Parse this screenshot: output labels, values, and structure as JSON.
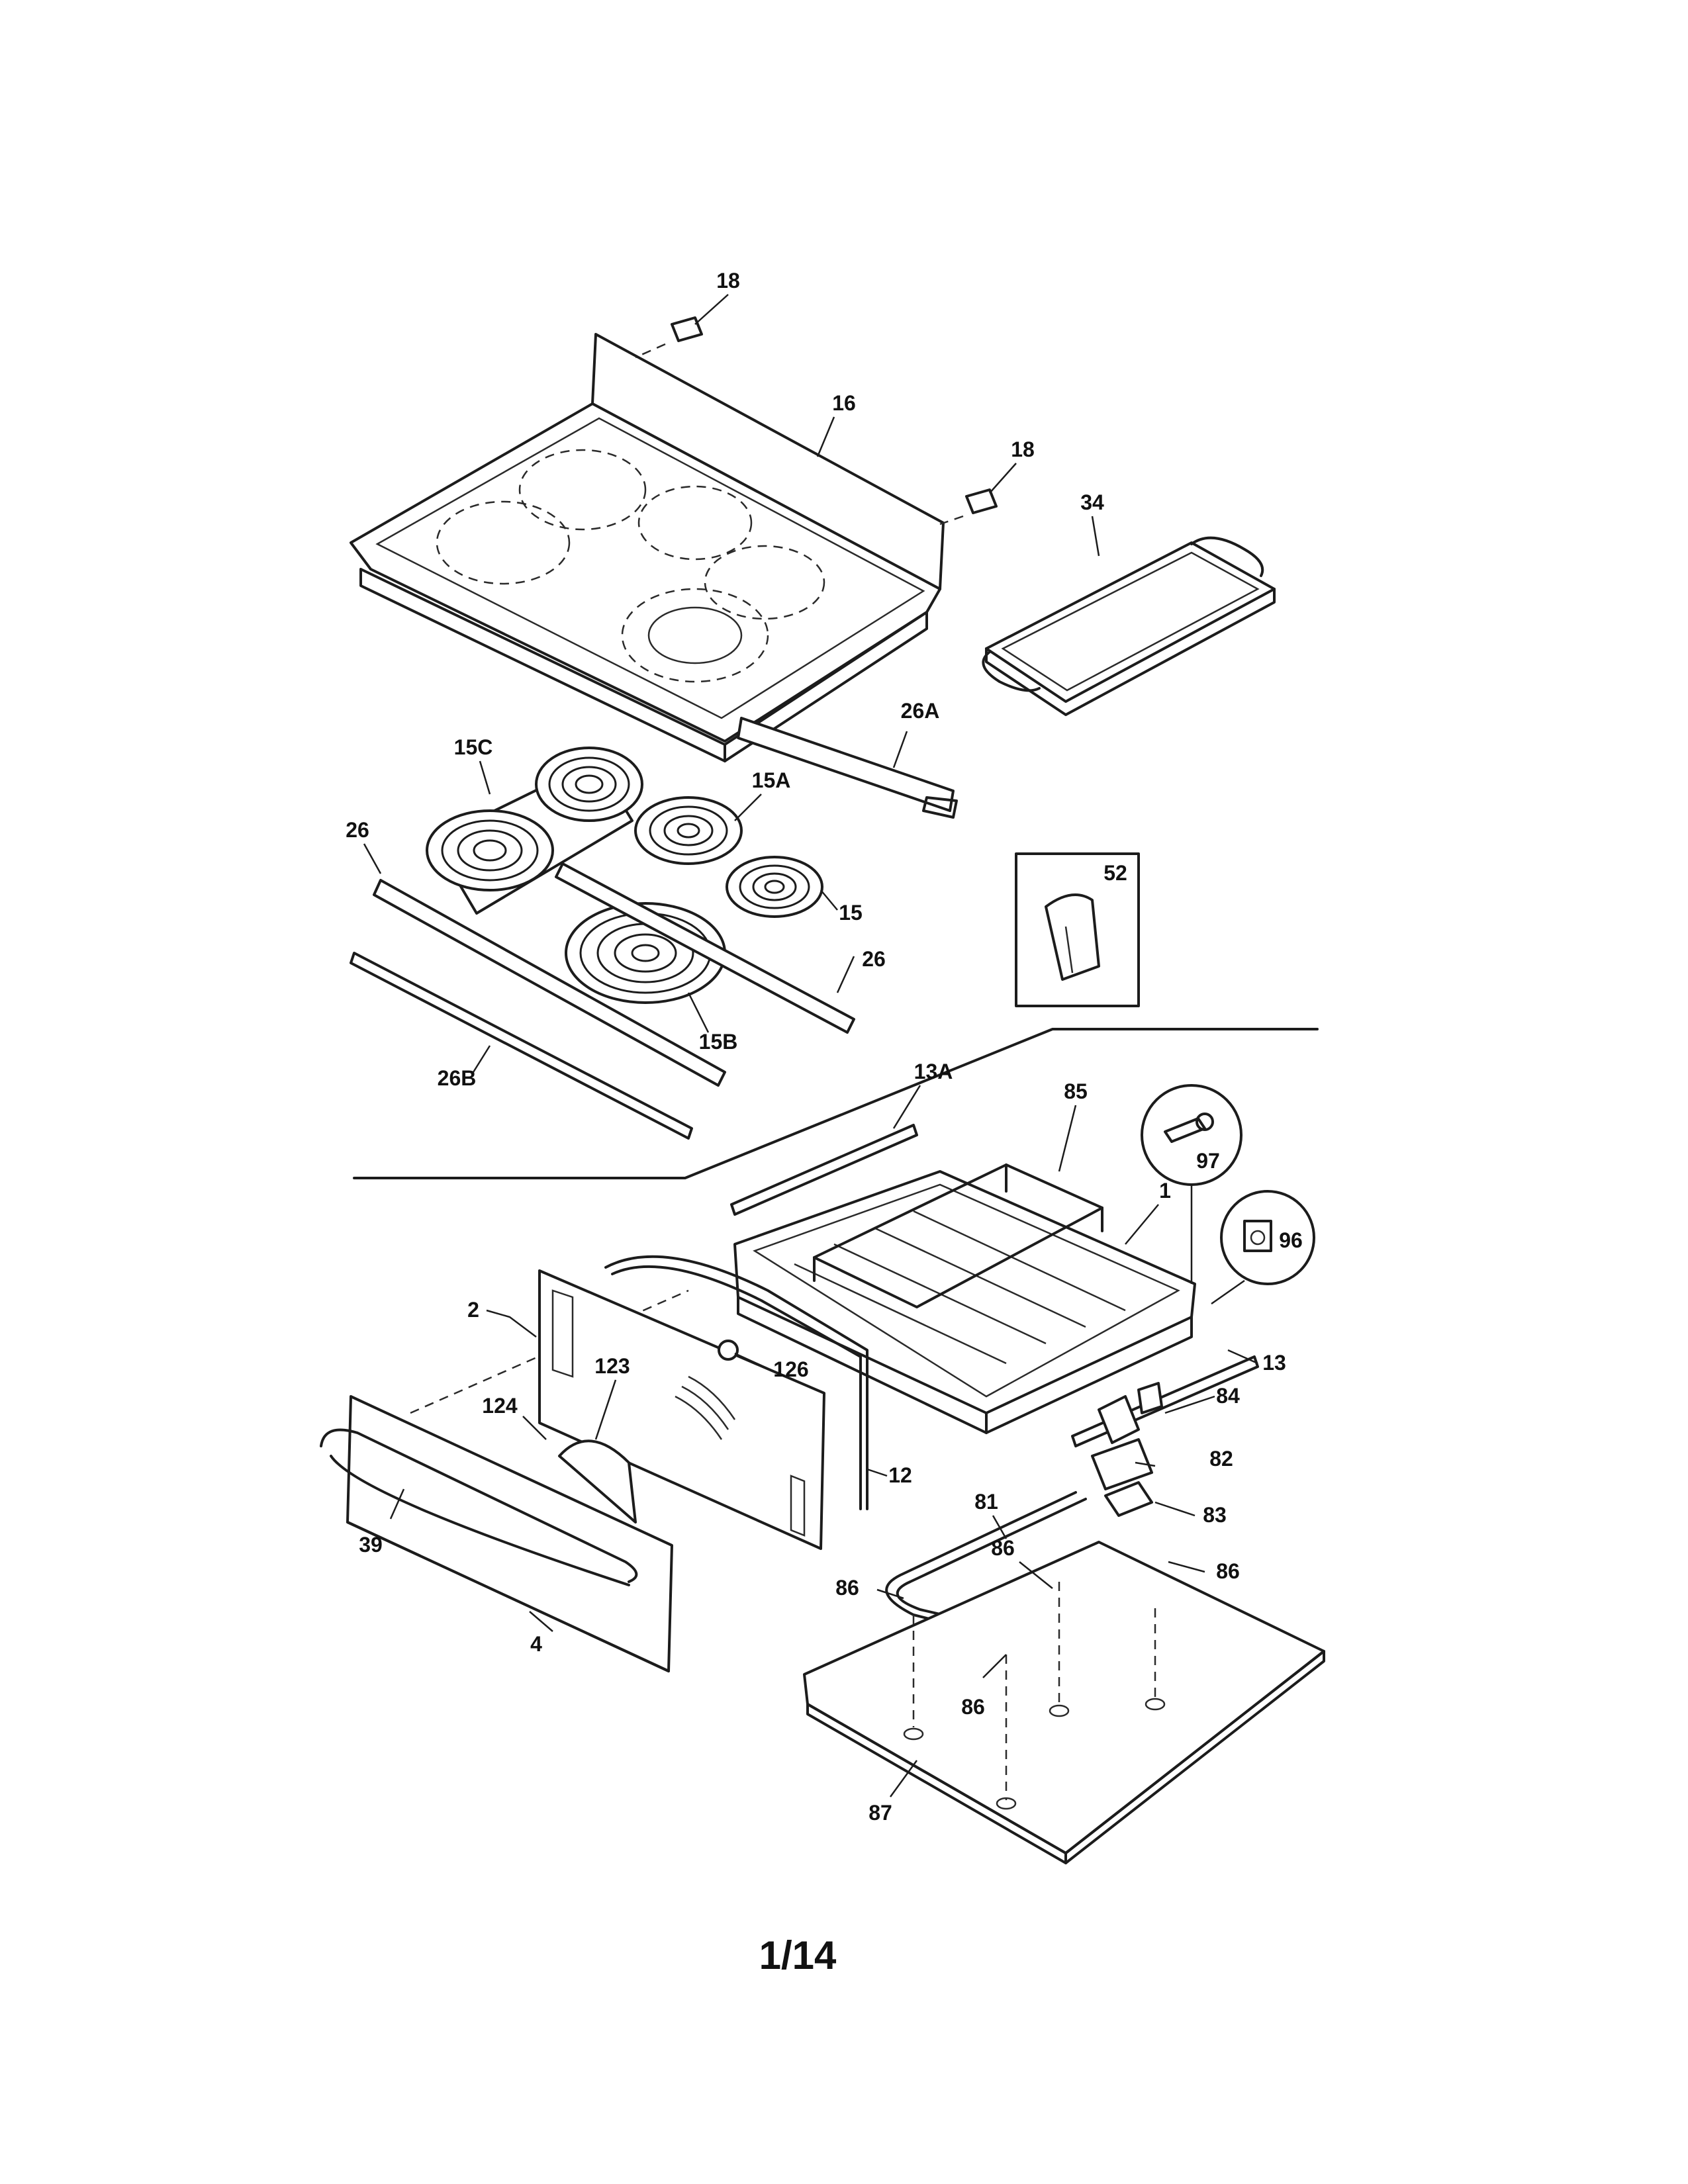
{
  "callouts": {
    "c18a": "18",
    "c16": "16",
    "c18b": "18",
    "c34": "34",
    "c26A": "26A",
    "c15C": "15C",
    "c15A": "15A",
    "c26a": "26",
    "c15": "15",
    "c26b": "26",
    "c15B": "15B",
    "c26B": "26B",
    "c52": "52",
    "c13A": "13A",
    "c85": "85",
    "c97": "97",
    "c1": "1",
    "c96": "96",
    "c2": "2",
    "c123": "123",
    "c126": "126",
    "c124": "124",
    "c13": "13",
    "c84": "84",
    "c12": "12",
    "c82": "82",
    "c81": "81",
    "c83": "83",
    "c39": "39",
    "c86a": "86",
    "c86b": "86",
    "c86c": "86",
    "c4": "4",
    "c86d": "86",
    "c87": "87"
  },
  "page_number": "1/14"
}
